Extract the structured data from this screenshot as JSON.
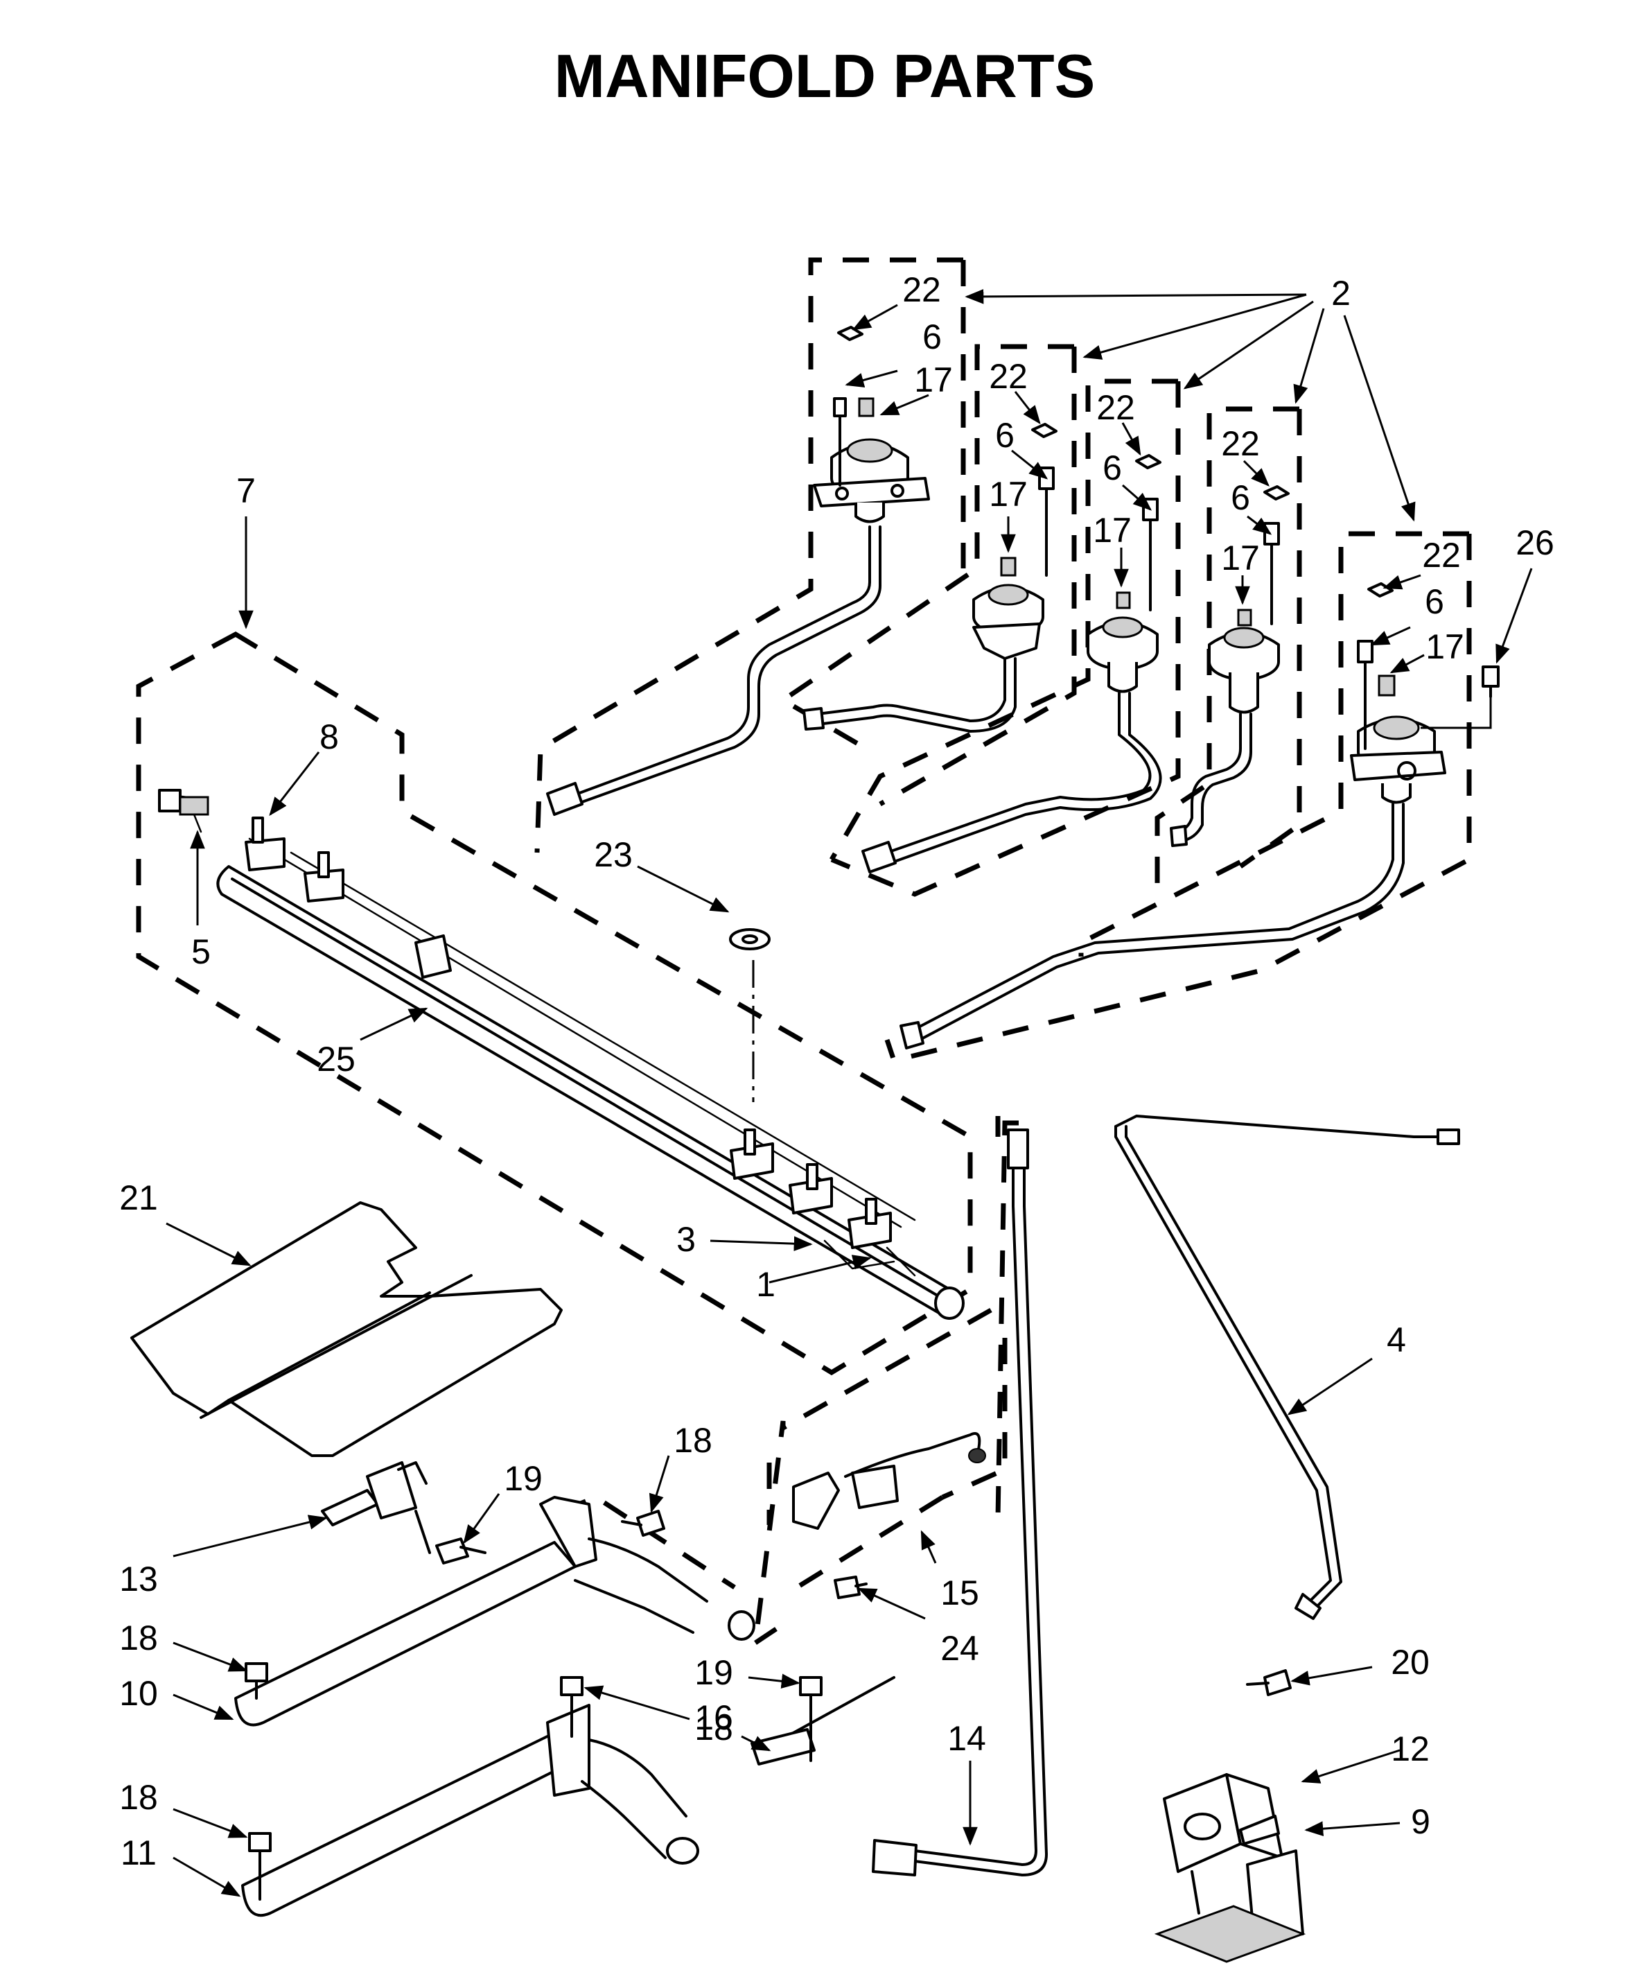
{
  "title": "MANIFOLD PARTS",
  "callouts": {
    "c1": "1",
    "c2": "2",
    "c3": "3",
    "c4": "4",
    "c5": "5",
    "c6a": "6",
    "c6b": "6",
    "c6c": "6",
    "c6d": "6",
    "c6e": "6",
    "c7": "7",
    "c8": "8",
    "c9": "9",
    "c10": "10",
    "c11": "11",
    "c12": "12",
    "c13": "13",
    "c14": "14",
    "c15": "15",
    "c16": "16",
    "c17a": "17",
    "c17b": "17",
    "c17c": "17",
    "c17d": "17",
    "c17e": "17",
    "c18a": "18",
    "c18b": "18",
    "c18c": "18",
    "c18d": "18",
    "c19a": "19",
    "c19b": "19",
    "c20": "20",
    "c21": "21",
    "c22a": "22",
    "c22b": "22",
    "c22c": "22",
    "c22d": "22",
    "c22e": "22",
    "c23": "23",
    "c24": "24",
    "c25": "25",
    "c26": "26"
  }
}
